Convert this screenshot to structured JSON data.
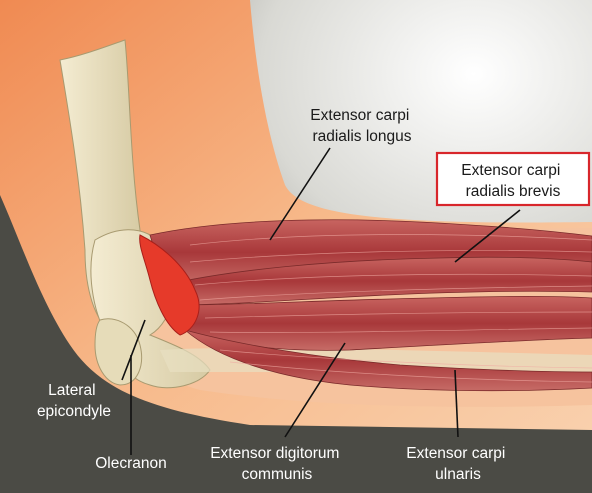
{
  "labels": {
    "ecrl": [
      "Extensor carpi",
      "radialis longus"
    ],
    "ecrb": [
      "Extensor carpi",
      "radialis brevis"
    ],
    "lateral_epicondyle": [
      "Lateral",
      "epicondyle"
    ],
    "olecranon": "Olecranon",
    "edc": [
      "Extensor digitorum",
      "communis"
    ],
    "ecu": [
      "Extensor carpi",
      "ulnaris"
    ]
  },
  "colors": {
    "skin_light": "#f7c9a4",
    "skin_dark": "#e8935f",
    "background_shadow": "#4b4b45",
    "bone": "#ece3c5",
    "muscle": "#b5423f",
    "inflammation": "#e63a2a",
    "highlight_box": "#d8262b"
  }
}
